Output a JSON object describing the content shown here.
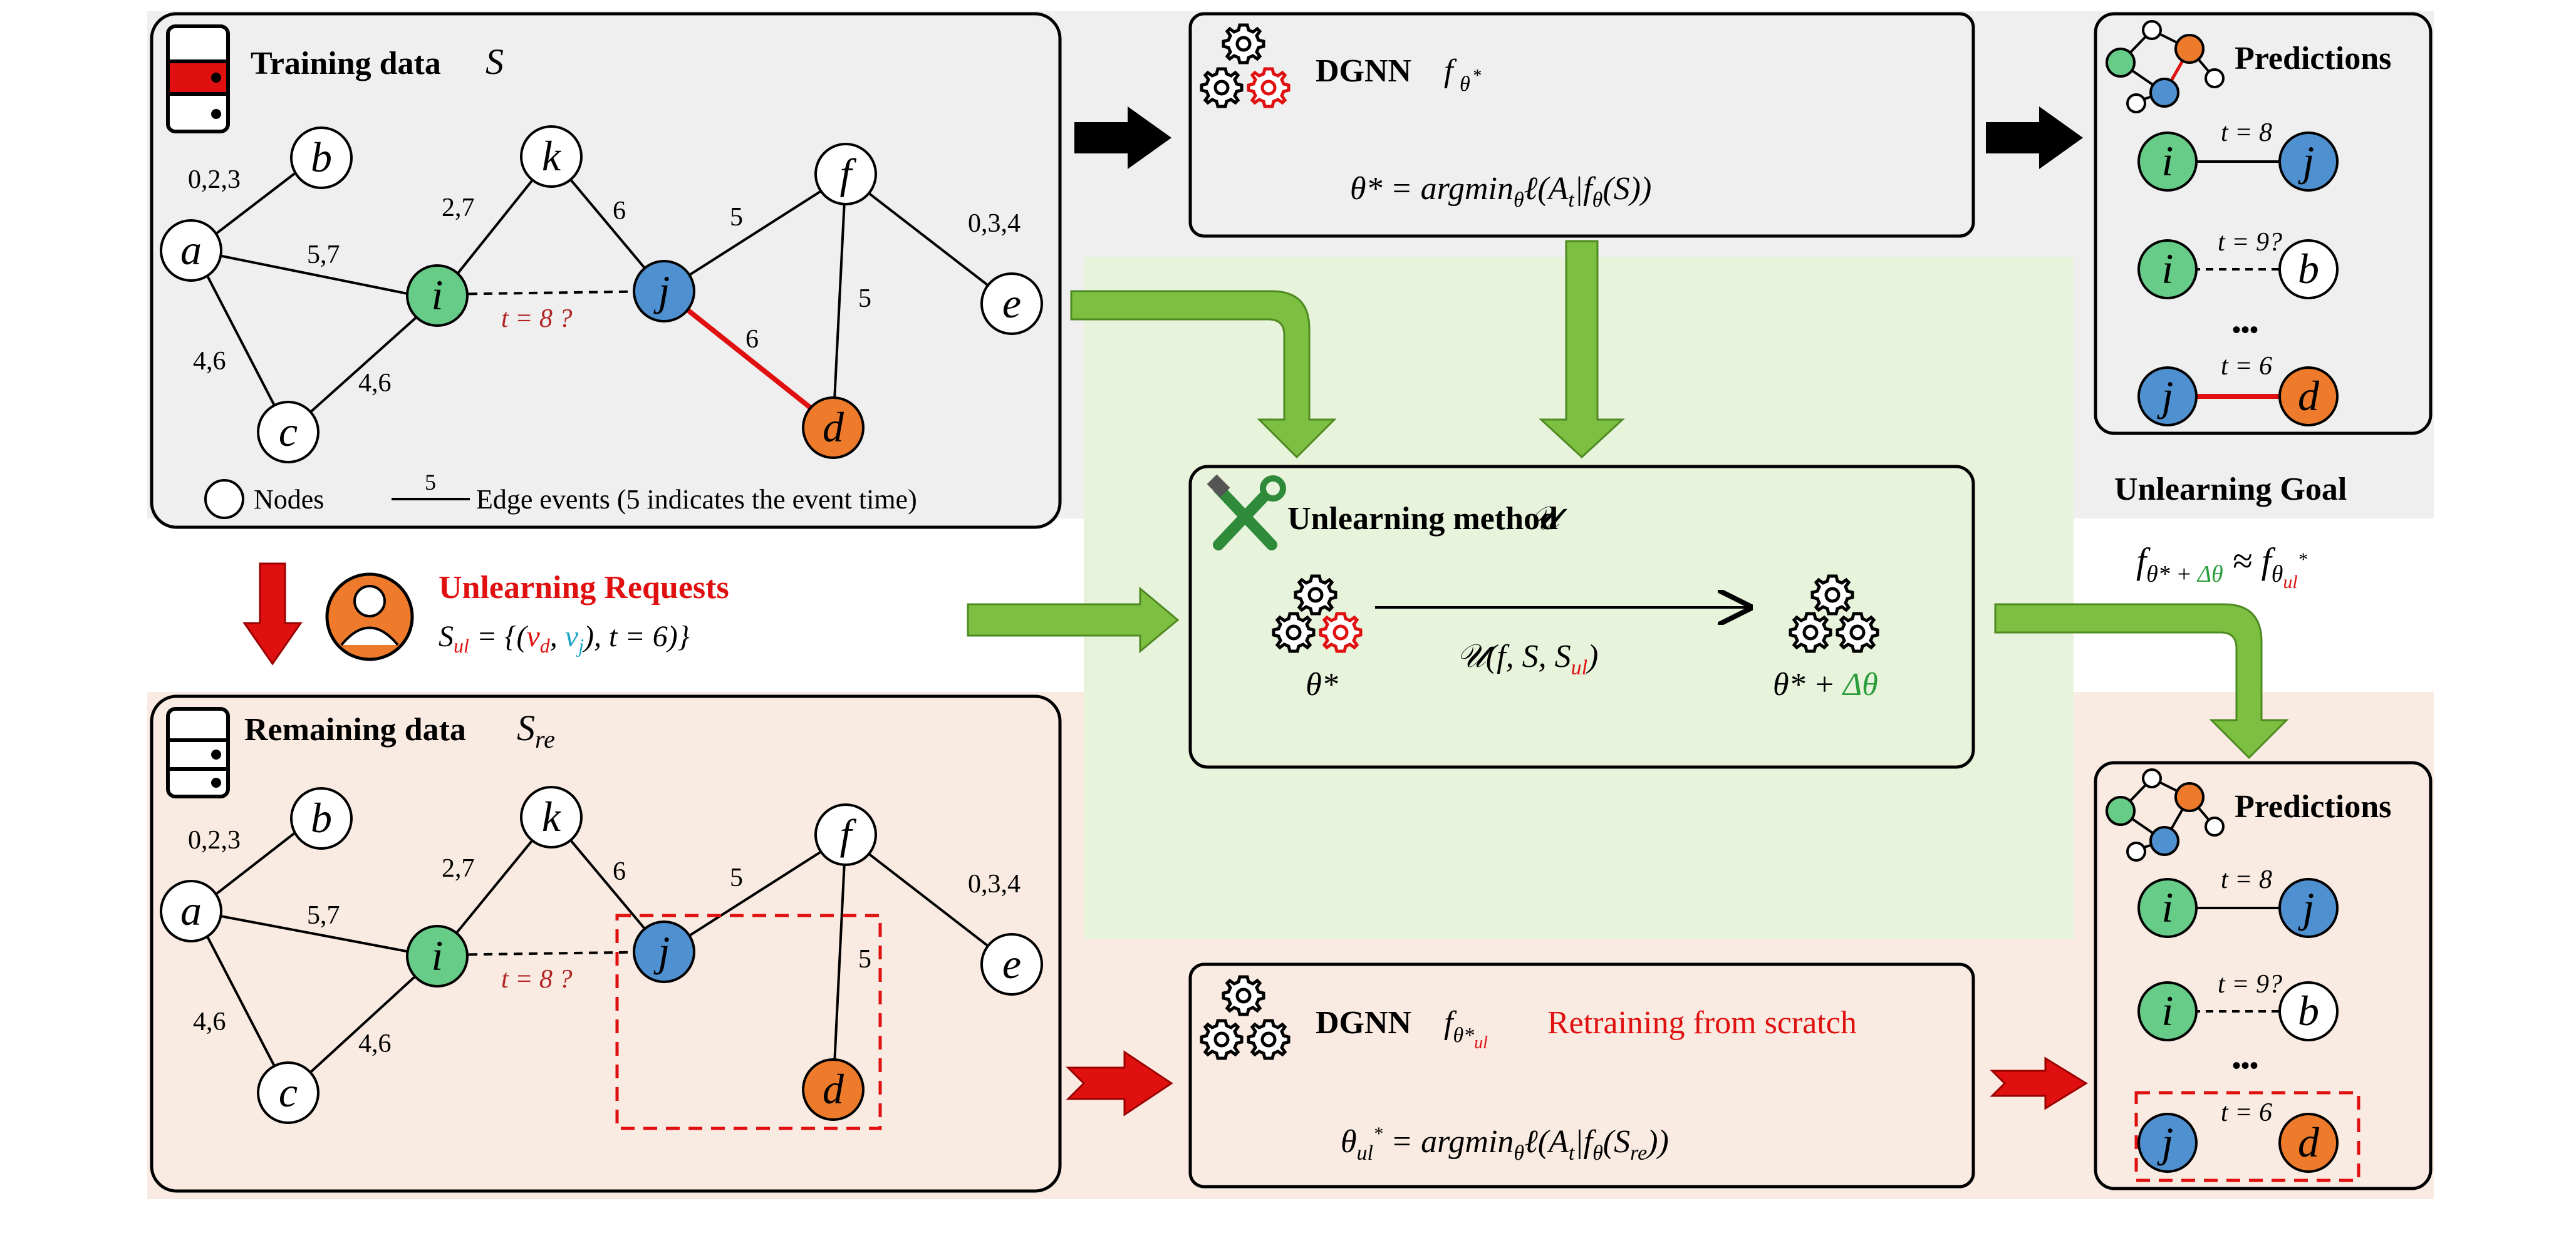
{
  "colors": {
    "panel_gray": "#efefef",
    "panel_peach": "#f9ebe1",
    "panel_green": "#e8f3dc",
    "arrow_green": "#7dbf40",
    "node_green": "#66cc88",
    "node_blue": "#4f90d0",
    "node_orange": "#ee7b2b",
    "accent_red": "#e01010",
    "delta_green": "#2a9d3a"
  },
  "icons": [
    "database-icon",
    "gears-icon",
    "wrench-screwdriver-icon",
    "user-icon",
    "network-icon",
    "block-arrow"
  ],
  "training": {
    "title": "Training data",
    "symbol": "S",
    "nodes": [
      "a",
      "b",
      "k",
      "i",
      "j",
      "f",
      "e",
      "c",
      "d"
    ],
    "edges": [
      {
        "from": "a",
        "to": "b",
        "label": "0,2,3"
      },
      {
        "from": "a",
        "to": "i",
        "label": "5,7"
      },
      {
        "from": "a",
        "to": "c",
        "label": "4,6"
      },
      {
        "from": "i",
        "to": "k",
        "label": "2,7"
      },
      {
        "from": "k",
        "to": "j",
        "label": "6"
      },
      {
        "from": "i",
        "to": "c",
        "label": "4,6"
      },
      {
        "from": "j",
        "to": "f",
        "label": "5"
      },
      {
        "from": "f",
        "to": "e",
        "label": "0,3,4"
      },
      {
        "from": "f",
        "to": "d",
        "label": "5"
      },
      {
        "from": "j",
        "to": "d",
        "label": "6"
      }
    ],
    "query_label": "t = 8 ?",
    "legend_nodes": "Nodes",
    "legend_edge_sample": "5",
    "legend_edges": "Edge events (5 indicates the event time)"
  },
  "remaining": {
    "title": "Remaining data",
    "symbol": "S",
    "symbol_sub": "re"
  },
  "dgnn_top": {
    "title": "DGNN",
    "f": "f",
    "theta": "θ",
    "star": "*",
    "formula_lhs": "θ* = argmin",
    "formula_sub": "θ",
    "formula_rhs": "ℓ(A",
    "formula_t": "t",
    "formula_tail": "|f",
    "formula_tail_sub": "θ",
    "formula_end": "(S))"
  },
  "dgnn_bottom": {
    "title": "DGNN",
    "f": "f",
    "sub": "θ*",
    "sub2": "ul",
    "retrain": "Retraining from scratch",
    "formula_lhs_a": "θ",
    "formula_lhs_sub": "ul",
    "formula_lhs_sup": "*",
    "formula_mid": " = argmin",
    "formula_sub": "θ",
    "formula_rhs": "ℓ(A",
    "formula_t": "t",
    "formula_tail": "|f",
    "formula_tail_sub": "θ",
    "formula_end_a": "(S",
    "formula_end_sub": "re",
    "formula_end_b": "))"
  },
  "unlearning": {
    "title": "Unlearning method",
    "symbol": "𝒰",
    "theta_star": "θ*",
    "func_a": "𝒰(f, S, S",
    "func_sub": "ul",
    "func_b": ")",
    "theta_out_a": "θ* + ",
    "theta_out_b": "Δθ"
  },
  "request": {
    "title": "Unlearning Requests",
    "s": "S",
    "s_sub": "ul",
    "eq": " = {(",
    "vd": "v",
    "vd_sub": "d",
    "comma": ", ",
    "vj": "v",
    "vj_sub": "j",
    "tail": "), t = 6)}"
  },
  "goal": {
    "title": "Unlearning Goal",
    "f1": "f",
    "f1_sub": "θ* + ",
    "f1_delta": "Δθ",
    "approx": " ≈ ",
    "f2": "f",
    "f2_sub": "θ",
    "f2_subsub": "ul",
    "f2_star": "*"
  },
  "predictions_top": {
    "title": "Predictions",
    "rows": [
      {
        "from": "i",
        "to": "j",
        "label": "t = 8",
        "style": "solid"
      },
      {
        "from": "i",
        "to": "b",
        "label": "t = 9?",
        "style": "dashed"
      },
      {
        "from": "j",
        "to": "d",
        "label": "t = 6",
        "style": "red"
      }
    ],
    "ellipsis": "•••"
  },
  "predictions_bottom": {
    "title": "Predictions",
    "rows": [
      {
        "from": "i",
        "to": "j",
        "label": "t = 8",
        "style": "solid"
      },
      {
        "from": "i",
        "to": "b",
        "label": "t = 9?",
        "style": "dashed"
      },
      {
        "from": "j",
        "to": "d",
        "label": "t = 6",
        "style": "none"
      }
    ],
    "ellipsis": "•••"
  }
}
